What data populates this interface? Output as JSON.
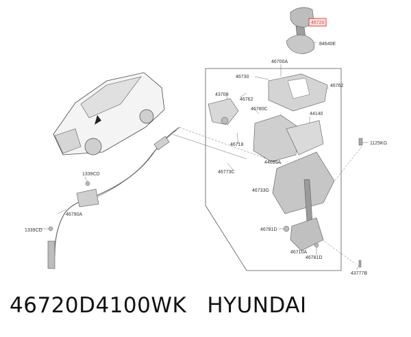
{
  "callouts": {
    "c46720": "46720",
    "c84640E": "84640E",
    "c46700A": "46700A",
    "c46730": "46730",
    "c46762a": "46762",
    "c46762b": "46762",
    "c43709": "43709",
    "c46780C": "46780C",
    "c44140": "44140",
    "c46718": "46718",
    "c1125KG": "1125KG",
    "c44090A": "44090A",
    "c46773C": "46773C",
    "c46733G": "46733G",
    "c1339CDa": "1339CD",
    "c46790A": "46790A",
    "c1339CDb": "1339CD",
    "c46781Da": "46781D",
    "c46710A": "46710A",
    "c46781Db": "46781D",
    "c43777B": "43777B"
  },
  "highlight_color": "#e0352b",
  "caption": {
    "part_number": "46720D4100WK",
    "brand": "HYUNDAI"
  }
}
